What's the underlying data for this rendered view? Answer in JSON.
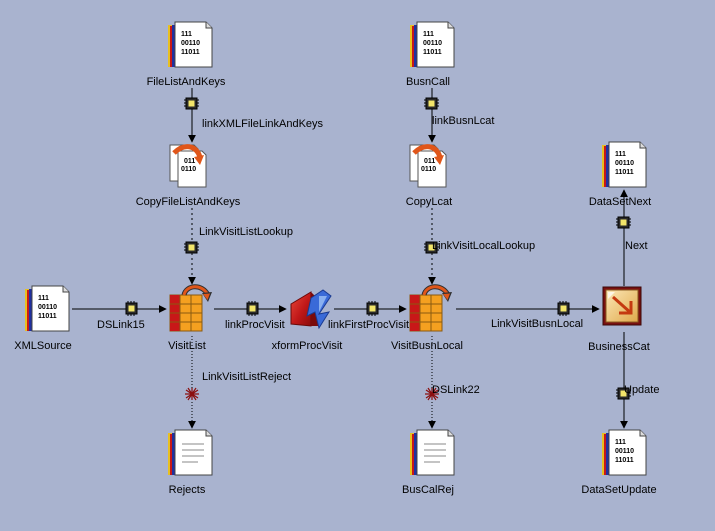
{
  "stages": {
    "file_list_and_keys": "FileListAndKeys",
    "busn_call": "BusnCall",
    "copy_file_list_and_keys": "CopyFileListAndKeys",
    "copy_lcat": "CopyLcat",
    "data_set_next": "DataSetNext",
    "xml_source": "XMLSource",
    "visit_list": "VisitList",
    "xform_proc_visit": "xformProcVisit",
    "visit_busn_local": "VisitBusnLocal",
    "business_cat": "BusinessCat",
    "rejects": "Rejects",
    "bus_cal_rej": "BusCalRej",
    "data_set_update": "DataSetUpdate"
  },
  "links": {
    "link_xml_file_link_and_keys": "linkXMLFileLinkAndKeys",
    "link_busn_lcat": "linkBusnLcat",
    "link_visit_list_lookup": "LinkVisitListLookup",
    "link_visit_local_lookup": "LinkVisitLocalLookup",
    "next": "Next",
    "ds_link15": "DSLink15",
    "link_proc_visit": "linkProcVisit",
    "link_first_proc_visit": "linkFirstProcVisit",
    "link_visit_busn_local": "LinkVisitBusnLocal",
    "link_visit_list_reject": "LinkVisitListReject",
    "ds_link22": "DSLink22",
    "update": "Update"
  },
  "file_icon_text": [
    "111",
    "00110",
    "11011"
  ]
}
